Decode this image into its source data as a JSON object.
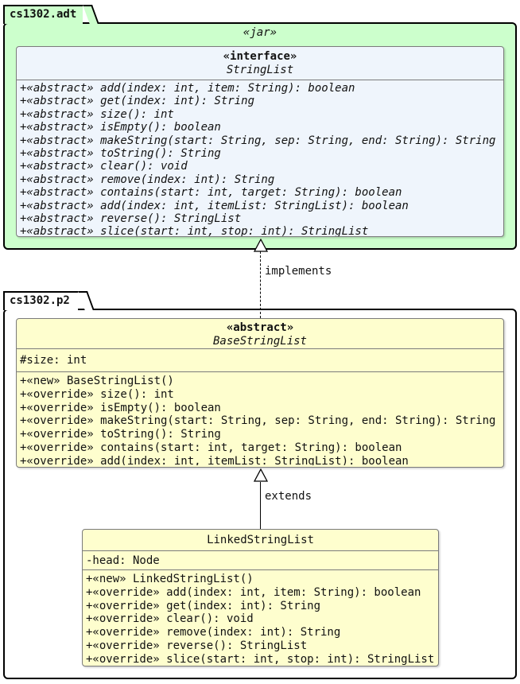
{
  "packages": {
    "adt": {
      "name": "cs1302.adt",
      "stereotype": "«jar»"
    },
    "p2": {
      "name": "cs1302.p2"
    }
  },
  "classes": {
    "stringlist": {
      "stereotype": "«interface»",
      "name": "StringList",
      "methods": [
        "+«abstract» add(index: int, item: String): boolean",
        "+«abstract» get(index: int): String",
        "+«abstract» size(): int",
        "+«abstract» isEmpty(): boolean",
        "+«abstract» makeString(start: String, sep: String, end: String): String",
        "+«abstract» toString(): String",
        "+«abstract» clear(): void",
        "+«abstract» remove(index: int): String",
        "+«abstract» contains(start: int, target: String): boolean",
        "+«abstract» add(index: int, itemList: StringList): boolean",
        "+«abstract» reverse(): StringList",
        "+«abstract» slice(start: int, stop: int): StringList"
      ]
    },
    "basestringlist": {
      "stereotype": "«abstract»",
      "name": "BaseStringList",
      "fields": [
        "#size: int"
      ],
      "methods": [
        "+«new» BaseStringList()",
        "+«override» size(): int",
        "+«override» isEmpty(): boolean",
        "+«override» makeString(start: String, sep: String, end: String): String",
        "+«override» toString(): String",
        "+«override» contains(start: int, target: String): boolean",
        "+«override» add(index: int, itemList: StringList): boolean"
      ]
    },
    "linkedstringlist": {
      "name": "LinkedStringList",
      "fields": [
        "-head: Node"
      ],
      "methods": [
        "+«new» LinkedStringList()",
        "+«override» add(index: int, item: String): boolean",
        "+«override» get(index: int): String",
        "+«override» clear(): void",
        "+«override» remove(index: int): String",
        "+«override» reverse(): StringList",
        "+«override» slice(start: int, stop: int): StringList"
      ]
    }
  },
  "relations": {
    "implements": {
      "label": "implements",
      "line_style": "dashed"
    },
    "extends": {
      "label": "extends",
      "line_style": "solid"
    }
  },
  "colors": {
    "package_adt_fill": "#ccffcc",
    "interface_fill": "#eff5fc",
    "class_fill": "#fefece",
    "package_border": "#000000",
    "class_border": "#7b7b7b",
    "text": "#111111"
  }
}
